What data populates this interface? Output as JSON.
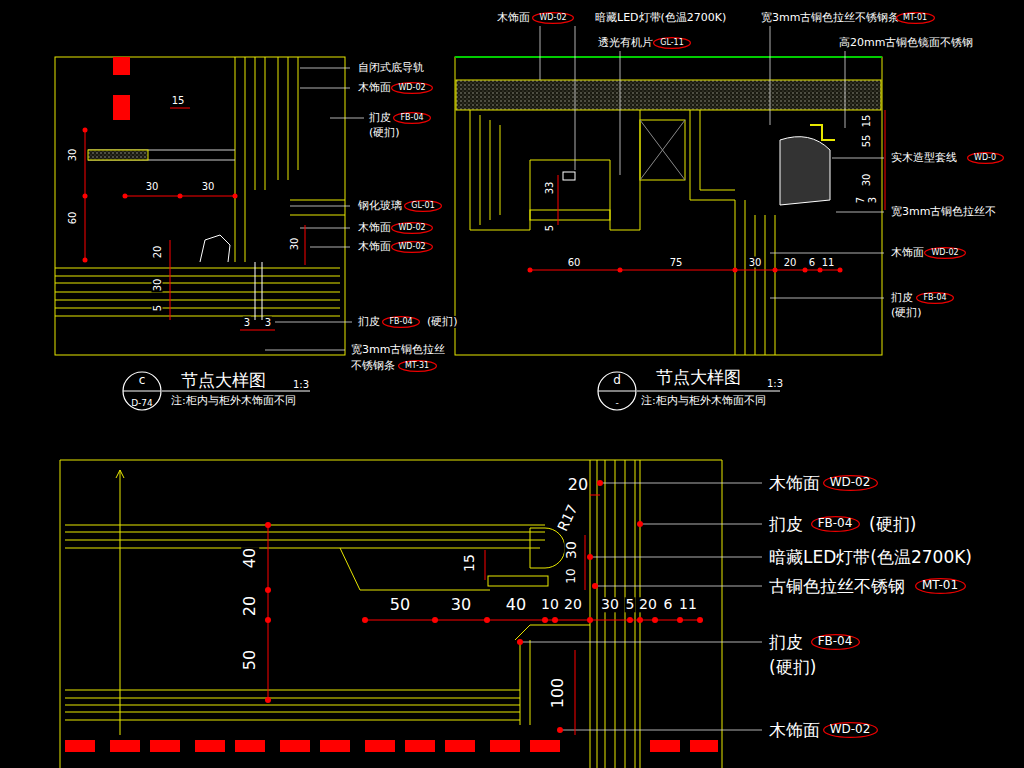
{
  "diagram": {
    "nodes": [
      {
        "text": [
          "WD-02"
        ]
      },
      {
        "text": [
          "FB-04"
        ]
      },
      {
        "text": [
          "GL-01"
        ]
      },
      {
        "text": [
          "WD-02"
        ]
      },
      {
        "text": [
          "WD-02"
        ]
      },
      {
        "text": [
          "FB-04"
        ]
      },
      {
        "text": [
          "MT-31"
        ]
      },
      {
        "text": [
          "c",
          "D-74"
        ]
      },
      {
        "text": [
          "WD-02"
        ]
      },
      {
        "text": [
          "GL-11"
        ]
      },
      {
        "text": [
          "MT-01"
        ]
      },
      {
        "text": [
          "WD-0"
        ]
      },
      {
        "text": [
          "WD-02"
        ]
      },
      {
        "text": [
          "FB-04"
        ]
      },
      {
        "text": [
          "d",
          "-"
        ]
      },
      {
        "text": [
          "WD-02"
        ]
      },
      {
        "text": [
          "FB-04"
        ]
      },
      {
        "text": [
          "MT-01"
        ]
      },
      {
        "text": [
          "FB-04"
        ]
      },
      {
        "text": [
          "WD-02"
        ]
      }
    ],
    "labels": [
      "自闭式底导轨",
      "木饰面",
      "扪皮",
      "(硬扪)",
      "钢化玻璃",
      "木饰面",
      "木饰面",
      "扪皮",
      "(硬扪)",
      "宽3mm古铜色拉丝",
      "不锈钢条",
      "15",
      "30",
      "30",
      "30",
      "60",
      "20",
      "30",
      "30",
      "5",
      "3",
      "3",
      "节点大样图",
      "1:3",
      "注:柜内与柜外木饰面不同",
      "木饰面",
      "暗藏LED灯带(色温2700K)",
      "透光有机片",
      "宽3mm古铜色拉丝不锈钢条",
      "高20mm古铜色镜面不锈钢",
      "15",
      "55",
      "30",
      "7",
      "3",
      "33",
      "5",
      "60",
      "75",
      "30",
      "20",
      "6",
      "11",
      "实木造型套线",
      "宽3mm古铜色拉丝不",
      "木饰面",
      "扪皮",
      "(硬扪)",
      "节点大样图",
      "1:3",
      "注:柜内与柜外木饰面不同",
      "木饰面",
      "扪皮",
      "(硬扪)",
      "暗藏LED灯带(色温2700K)",
      "古铜色拉丝不锈钢",
      "扪皮",
      "(硬扪)",
      "木饰面",
      "20",
      "R17",
      "15",
      "30",
      "10",
      "40",
      "20",
      "50",
      "100",
      "50",
      "30",
      "40",
      "10",
      "20",
      "30",
      "5",
      "20",
      "6",
      "11"
    ]
  }
}
